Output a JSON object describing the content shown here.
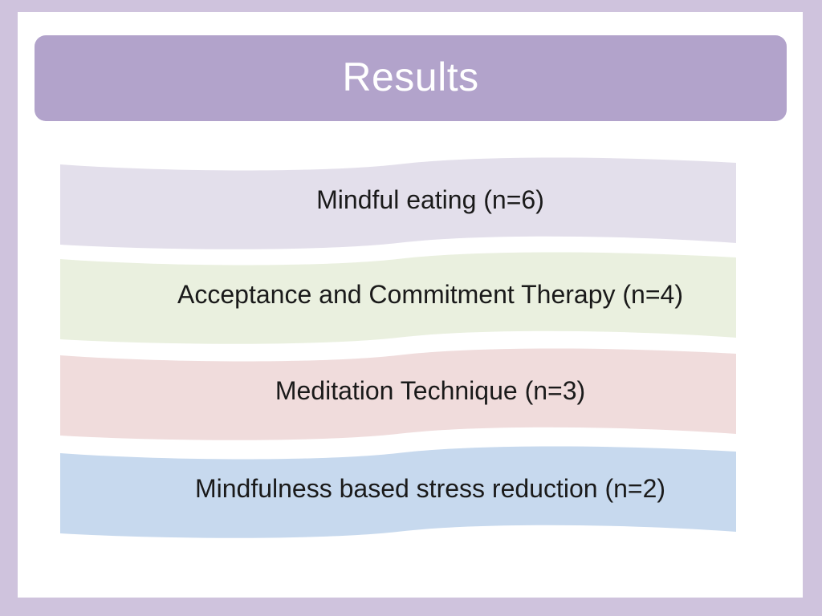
{
  "slide": {
    "title": "Results"
  },
  "results": [
    {
      "label": "Mindful eating (n=6)",
      "color": "#e3dfeb"
    },
    {
      "label": "Acceptance and Commitment Therapy (n=4)",
      "color": "#eaf0df"
    },
    {
      "label": "Meditation Technique (n=3)",
      "color": "#f0dcdc"
    },
    {
      "label": "Mindfulness based stress reduction (n=2)",
      "color": "#c7d9ee"
    }
  ],
  "colors": {
    "page_border": "#cfc3dd",
    "title_bar": "#b2a3cb",
    "title_text": "#ffffff"
  }
}
